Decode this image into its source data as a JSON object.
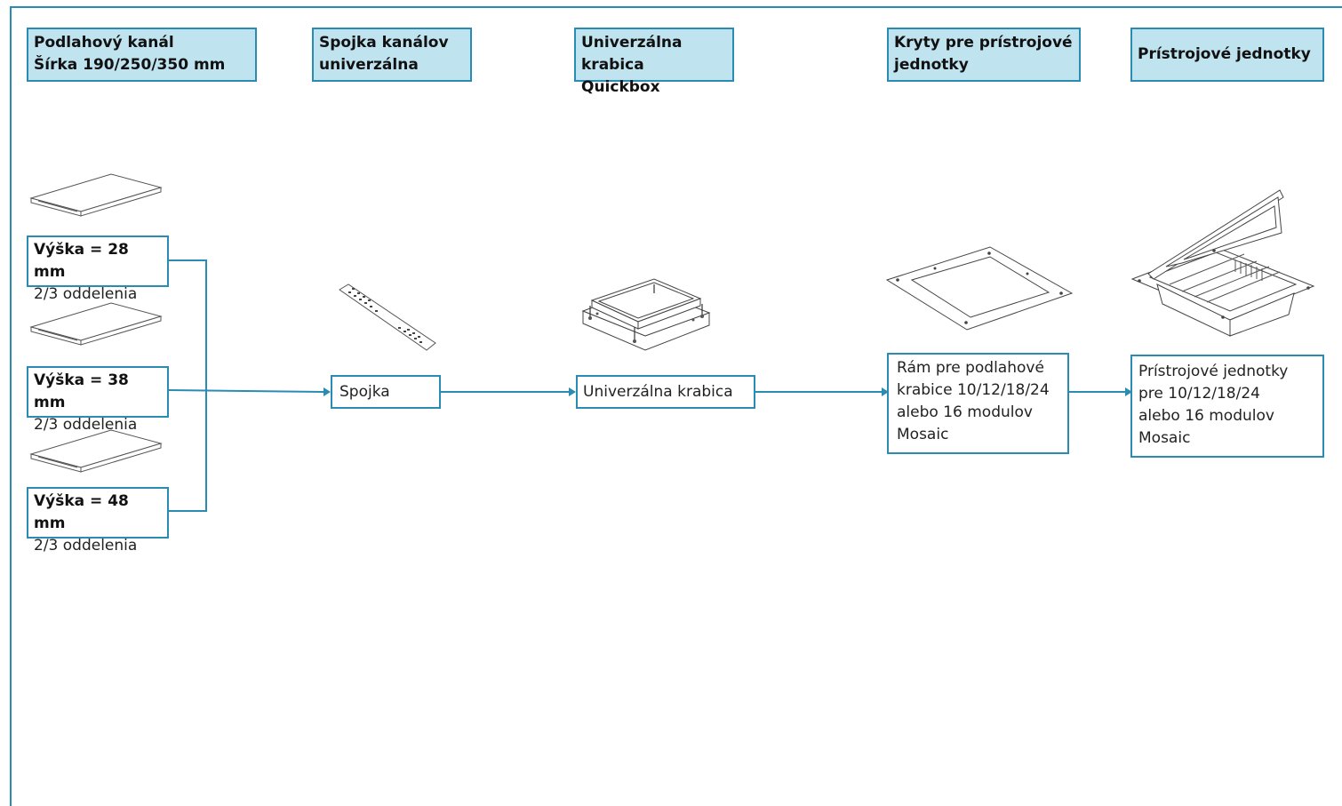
{
  "headers": {
    "kanal_1": "Podlahový kanál",
    "kanal_2": "Šírka 190/250/350 mm",
    "spojka_1": "Spojka kanálov",
    "spojka_2": "univerzálna",
    "krabica_1": "Univerzálna",
    "krabica_2": "krabica Quickbox",
    "kryty_1": "Kryty pre prístrojové",
    "kryty_2": "jednotky",
    "pristroj_1": "Prístrojové jednotky"
  },
  "channels": [
    {
      "height": "Výška = 28 mm",
      "sections": "2/3 oddelenia"
    },
    {
      "height": "Výška = 38 mm",
      "sections": "2/3 oddelenia"
    },
    {
      "height": "Výška = 48 mm",
      "sections": "2/3 oddelenia"
    }
  ],
  "nodes": {
    "spojka": "Spojka",
    "krabica": "Univerzálna krabica",
    "ram": [
      "Rám pre podlahové",
      "krabice 10/12/18/24",
      "alebo 16 modulov",
      "Mosaic"
    ],
    "jednotky": [
      "Prístrojové jednotky",
      "pre 10/12/18/24",
      "alebo 16 modulov",
      "Mosaic"
    ]
  },
  "colors": {
    "accent": "#2b8cb3",
    "header_fill": "#bfe3ef"
  }
}
